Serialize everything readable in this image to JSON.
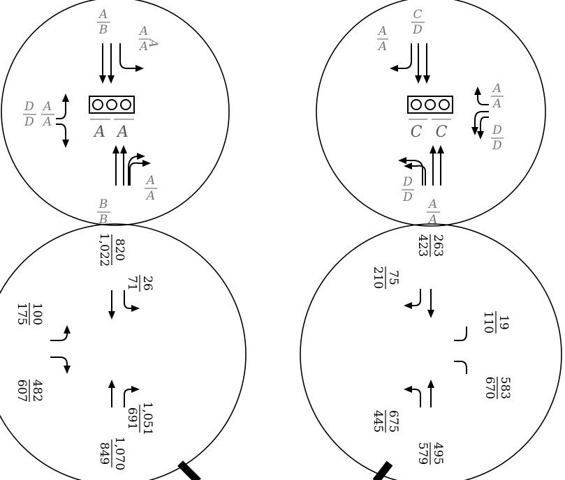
{
  "signal": {
    "left": {
      "volumes": {
        "top": {
          "top": "820",
          "bottom": "1,022"
        },
        "top_right_inner": {
          "top": "26",
          "bottom": "71"
        },
        "left_side": {
          "top": "100",
          "bottom": "175"
        },
        "left_bottom": {
          "top": "482",
          "bottom": "607"
        },
        "bottom_inner": {
          "top": "1,051",
          "bottom": "691"
        },
        "bottom_outer": {
          "top": "1,070",
          "bottom": "849"
        }
      },
      "los": {
        "top_through": {
          "top": "A",
          "bottom": "B"
        },
        "top_right": {
          "top": "A",
          "bottom": "A"
        },
        "left_top": {
          "top": "D",
          "bottom": "D"
        },
        "left_bottom": {
          "top": "A",
          "bottom": "A"
        },
        "center_left": "A",
        "center_right": "A",
        "bottom_right": {
          "top": "A",
          "bottom": "A"
        },
        "bottom_through": {
          "top": "B",
          "bottom": "B"
        }
      }
    },
    "right": {
      "volumes": {
        "top": {
          "top": "263",
          "bottom": "423"
        },
        "top_left": {
          "top": "75",
          "bottom": "210"
        },
        "right_top": {
          "top": "19",
          "bottom": "110"
        },
        "right_bottom": {
          "top": "583",
          "bottom": "670"
        },
        "bottom_left": {
          "top": "675",
          "bottom": "445"
        },
        "bottom_right": {
          "top": "495",
          "bottom": "579"
        }
      },
      "los": {
        "top_through": {
          "top": "C",
          "bottom": "D"
        },
        "top_left": {
          "top": "A",
          "bottom": "A"
        },
        "right_top": {
          "top": "A",
          "bottom": "A"
        },
        "right_bottom": {
          "top": "D",
          "bottom": "D"
        },
        "center_left": "C",
        "center_right": "C",
        "bottom_left": {
          "top": "D",
          "bottom": "D"
        },
        "bottom_right": {
          "top": "A",
          "bottom": "A"
        }
      }
    }
  }
}
